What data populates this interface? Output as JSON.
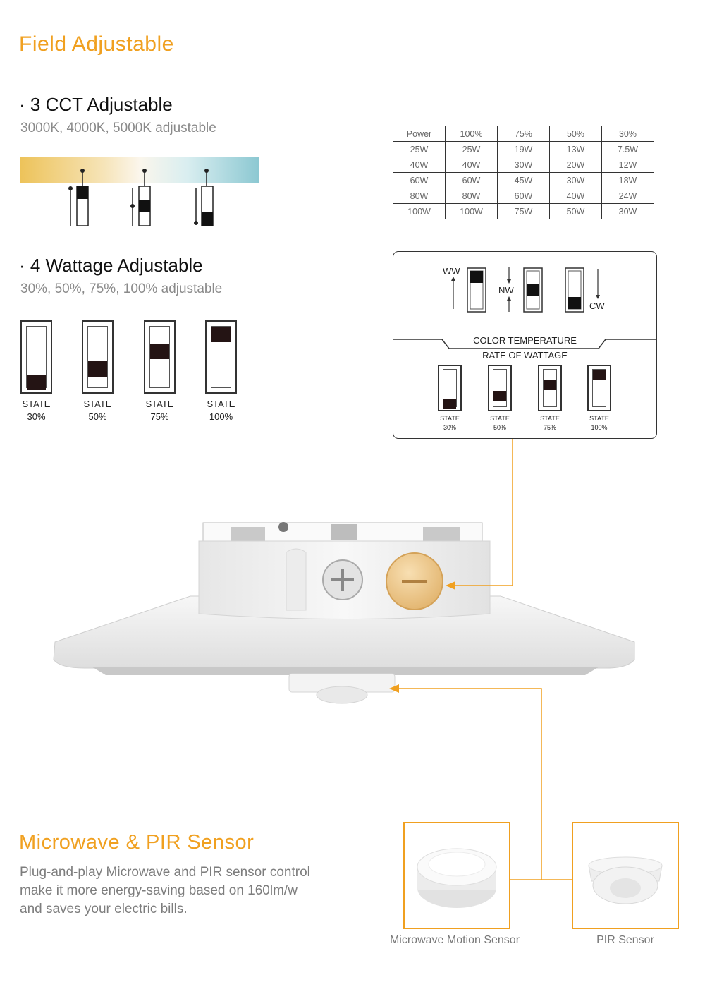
{
  "field": {
    "title": "Field  Adjustable"
  },
  "cct": {
    "heading": "· 3 CCT Adjustable",
    "subtitle": "3000K, 4000K, 5000K adjustable",
    "colors": {
      "warm": "#edc35a",
      "cool": "#8cc8d2"
    }
  },
  "power_table": {
    "rows": [
      [
        "Power",
        "100%",
        "75%",
        "50%",
        "30%"
      ],
      [
        "25W",
        "25W",
        "19W",
        "13W",
        "7.5W"
      ],
      [
        "40W",
        "40W",
        "30W",
        "20W",
        "12W"
      ],
      [
        "60W",
        "60W",
        "45W",
        "30W",
        "18W"
      ],
      [
        "80W",
        "80W",
        "60W",
        "40W",
        "24W"
      ],
      [
        "100W",
        "100W",
        "75W",
        "50W",
        "30W"
      ]
    ]
  },
  "wattage": {
    "heading": "· 4 Wattage Adjustable",
    "subtitle": "30%, 50%, 75%, 100% adjustable",
    "state_label": "STATE",
    "states": [
      {
        "value": "30%",
        "level": 0.3
      },
      {
        "value": "50%",
        "level": 0.5
      },
      {
        "value": "75%",
        "level": 0.75
      },
      {
        "value": "100%",
        "level": 1.0
      }
    ]
  },
  "panel": {
    "ww": "WW",
    "nw": "NW",
    "cw": "CW",
    "color_temperature": "COLOR TEMPERATURE",
    "rate_of_wattage": "RATE OF WATTAGE"
  },
  "sensor": {
    "title": "Microwave & PIR Sensor",
    "desc_line1": "Plug-and-play Microwave and PIR sensor control",
    "desc_line2": "make it more energy-saving based on  160lm/w",
    "desc_line3": "and saves your electric bills.",
    "microwave_caption": "Microwave Motion Sensor",
    "pir_caption": "PIR Sensor"
  },
  "accent": "#f0a020"
}
